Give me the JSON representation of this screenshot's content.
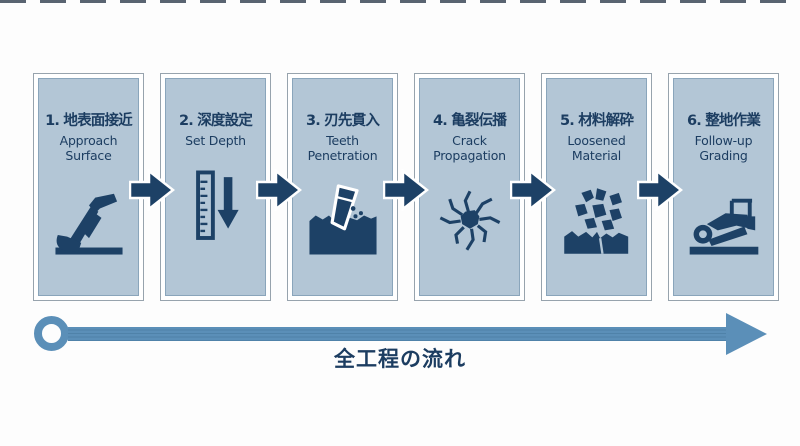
{
  "page": {
    "background": "#fdfdfd"
  },
  "colors": {
    "panel_fill": "#b3c6d6",
    "panel_outer_border": "#97a3ad",
    "panel_inner_border": "#8aa5bb",
    "navy": "#1c3d61",
    "icon_navy": "#1d4166",
    "flow_blue": "#5b8fb8"
  },
  "steps": [
    {
      "title": "1. 地表面接近",
      "subtitle": "Approach\nSurface",
      "icon": "excavator-icon"
    },
    {
      "title": "2. 深度設定",
      "subtitle": "Set Depth",
      "icon": "depth-ruler-icon"
    },
    {
      "title": "3. 刃先貫入",
      "subtitle": "Teeth\nPenetration",
      "icon": "tooth-penetration-icon"
    },
    {
      "title": "4. 亀裂伝播",
      "subtitle": "Crack\nPropagation",
      "icon": "crack-propagation-icon"
    },
    {
      "title": "5. 材料解砕",
      "subtitle": "Loosened\nMaterial",
      "icon": "rock-fragments-icon"
    },
    {
      "title": "6. 整地作業",
      "subtitle": "Follow-up\nGrading",
      "icon": "grader-icon"
    }
  ],
  "flow": {
    "label": "全工程の流れ",
    "direction": "left-to-right"
  }
}
